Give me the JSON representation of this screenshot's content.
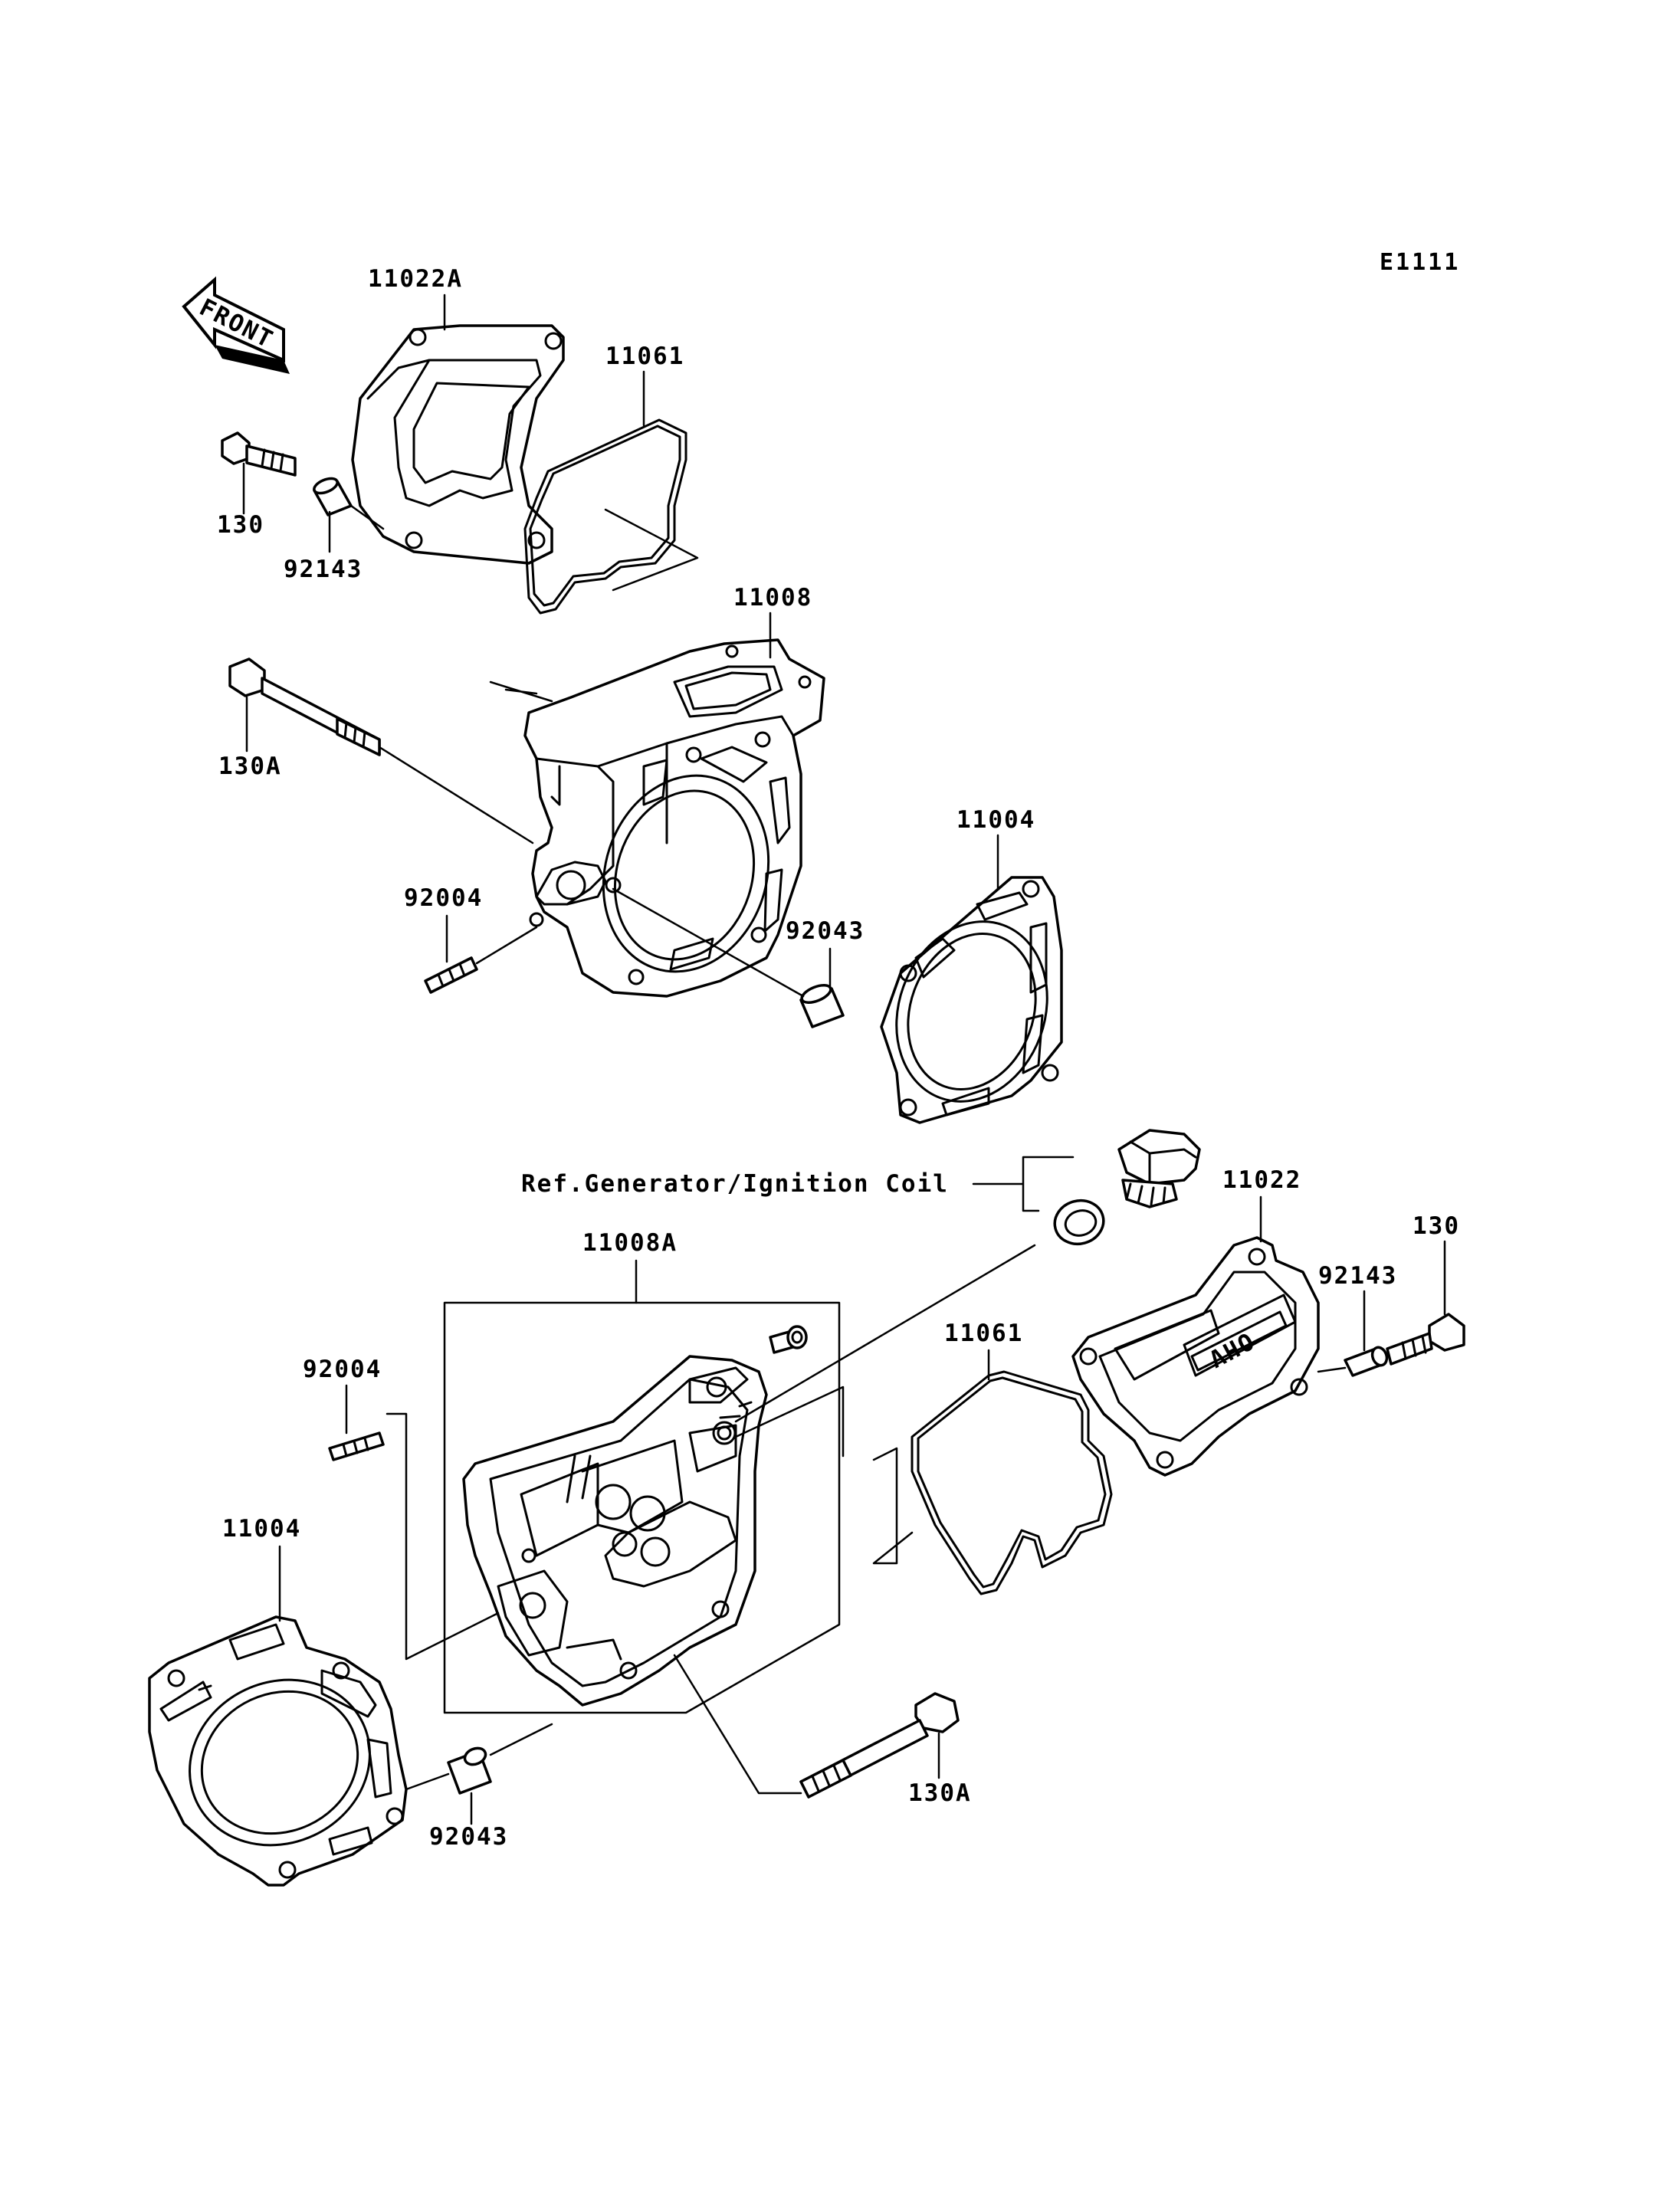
{
  "diagram_code": "E1111",
  "front_arrow": "FRONT",
  "reference_note": "Ref.Generator/Ignition Coil",
  "parts": {
    "top_head_cover": "11022A",
    "top_gasket": "11061",
    "top_bolt": "130",
    "top_collar": "92143",
    "top_cylinder": "11008",
    "top_long_bolt": "130A",
    "top_stud": "92004",
    "top_dowel": "92043",
    "top_head_gasket": "11004",
    "bottom_head_cover": "11022",
    "bottom_bolt": "130",
    "bottom_collar": "92143",
    "bottom_cylinder": "11008A",
    "bottom_gasket": "11061",
    "bottom_stud": "92004",
    "bottom_head_gasket": "11004",
    "bottom_dowel": "92043",
    "bottom_long_bolt": "130A"
  },
  "cover_marking": "OHV"
}
